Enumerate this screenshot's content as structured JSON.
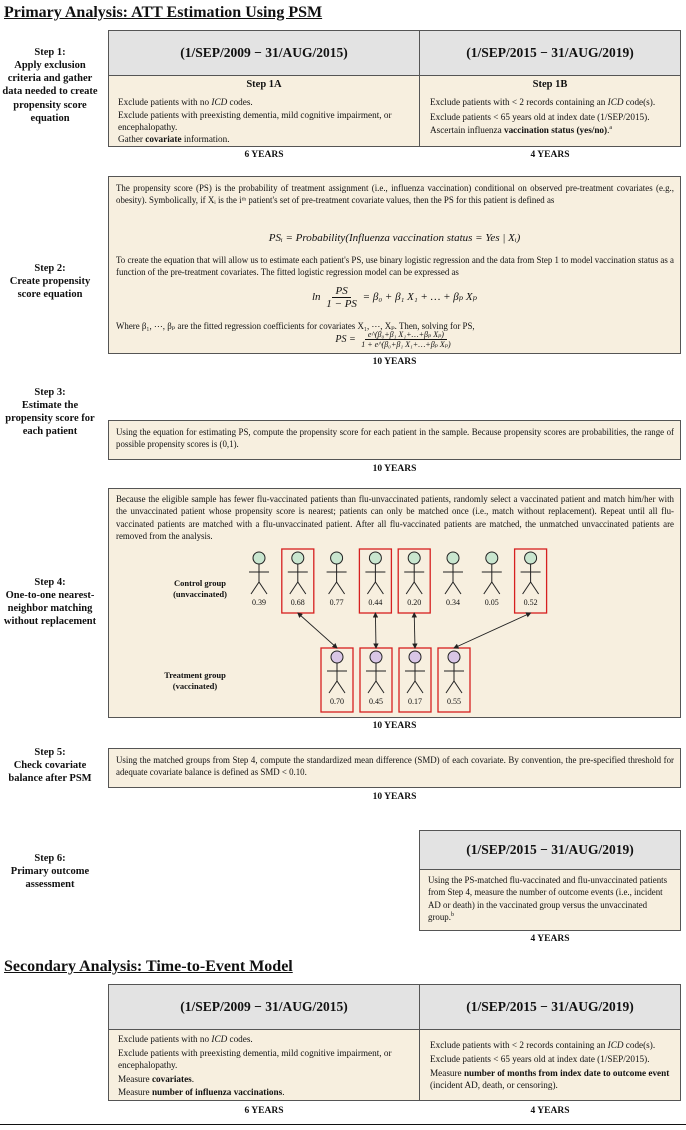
{
  "primary_title": "Primary Analysis: ATT Estimation Using PSM",
  "secondary_title": "Secondary Analysis: Time-to-Event Model",
  "steps": {
    "s1": "Step 1:\nApply exclusion criteria and gather data needed to create propensity score equation",
    "s2": "Step 2:\nCreate propensity score equation",
    "s3": "Step 3:\nEstimate the propensity score for each patient",
    "s4": "Step 4:\nOne-to-one nearest-neighbor matching without replacement",
    "s5": "Step 5:\nCheck covariate balance after PSM",
    "s6": "Step 6:\nPrimary outcome assessment"
  },
  "step1": {
    "hdr_a": "(1/SEP/2009 − 31/AUG/2015)",
    "hdr_b": "(1/SEP/2015 − 31/AUG/2019)",
    "sub_a": "Step 1A",
    "sub_b": "Step 1B",
    "a1": "Exclude patients with no ",
    "a1i": "ICD",
    "a1e": " codes.",
    "a2": "Exclude patients with preexisting dementia, mild cognitive impairment, or encephalopathy.",
    "a3": "Gather ",
    "a3b": "covariate",
    "a3e": " information.",
    "b1": "Exclude patients with < 2 records containing an ",
    "b1i": "ICD",
    "b1e": " code(s).",
    "b2": "Exclude patients < 65 years old at index date (1/SEP/2015).",
    "b3": "Ascertain influenza ",
    "b3b": "vaccination status (yes/no)",
    "b3e": ".",
    "b3s": "a",
    "years_a": "6 YEARS",
    "years_b": "4 YEARS"
  },
  "step2": {
    "p1": "The propensity score (PS) is the probability of treatment assignment (i.e., influenza vaccination) conditional on observed pre-treatment covariates (e.g., obesity). Symbolically, if Xᵢ is the iᵗʰ patient's set of pre-treatment covariate values, then the PS for this patient is defined as",
    "eq1": "PSᵢ = Probability(Influenza vaccination status = Yes | Xᵢ)",
    "p2": "To create the equation that will allow us to estimate each patient's PS, use binary logistic regression and the data from Step 1 to model vaccination status as a function of the pre-treatment covariates. The fitted logistic regression model can be expressed as",
    "eq2_ln": "ln",
    "eq2_num": "PS",
    "eq2_den": "1 − PS",
    "eq2_rhs": "= β₀ + β₁ X₁ + … + βₚ Xₚ",
    "p3": "Where β₁, ⋯, βₚ are the fitted regression coefficients for covariates X₁, ⋯, Xₚ. Then, solving for PS,",
    "eq3_lhs": "PS =",
    "eq3_num": "e^(β₀+β₁ X₁+…+βₚ Xₚ)",
    "eq3_den": "1 + e^(β₀+β₁ X₁+…+βₚ Xₚ)",
    "years": "10 YEARS"
  },
  "step3": {
    "p1": "Using the equation for estimating PS, compute the propensity score for each patient in the sample. Because propensity scores are probabilities, the range of possible propensity scores is (0,1).",
    "years": "10 YEARS"
  },
  "step4": {
    "p1": "Because the eligible sample has fewer flu-vaccinated patients than flu-unvaccinated patients, randomly select a vaccinated patient and match him/her with the unvaccinated patient whose propensity score is nearest; patients can only be matched once (i.e., match without replacement). Repeat until all flu-vaccinated patients are matched with a flu-unvaccinated patient. After all flu-vaccinated patients are matched, the unmatched unvaccinated patients are removed from the analysis.",
    "control_label": "Control group\n(unvaccinated)",
    "treatment_label": "Treatment group\n(vaccinated)",
    "control_scores": [
      "0.39",
      "0.68",
      "0.77",
      "0.44",
      "0.20",
      "0.34",
      "0.05",
      "0.52"
    ],
    "control_matched": [
      false,
      true,
      false,
      true,
      true,
      false,
      false,
      true
    ],
    "treatment_scores": [
      "0.70",
      "0.45",
      "0.17",
      "0.55"
    ],
    "control_color": "#c9e6cf",
    "treatment_color": "#d9c6e6",
    "match_color": "#d62020",
    "years": "10 YEARS"
  },
  "step5": {
    "p1": "Using the matched groups from Step 4, compute the standardized mean difference (SMD) of each covariate. By convention, the pre-specified threshold for adequate covariate balance is defined as SMD < 0.10.",
    "years": "10 YEARS"
  },
  "step6": {
    "hdr": "(1/SEP/2015 − 31/AUG/2019)",
    "p1": "Using the PS-matched flu-vaccinated and flu-unvaccinated patients from Step 4, measure the number of outcome events (i.e., incident AD or death) in the vaccinated group versus the unvaccinated group.",
    "p1s": "b",
    "years": "4 YEARS"
  },
  "secondary": {
    "hdr_a": "(1/SEP/2009 − 31/AUG/2015)",
    "hdr_b": "(1/SEP/2015 − 31/AUG/2019)",
    "a1": "Exclude patients with no ",
    "a1i": "ICD",
    "a1e": " codes.",
    "a2": "Exclude patients with preexisting dementia, mild cognitive impairment, or encephalopathy.",
    "a3": "Measure ",
    "a3b": "covariates",
    "a3e": ".",
    "a4": "Measure ",
    "a4b": "number of influenza vaccinations",
    "a4e": ".",
    "b1": "Exclude patients with < 2 records containing an ",
    "b1i": "ICD",
    "b1e": " code(s).",
    "b2": "Exclude patients < 65 years old at index date (1/SEP/2015).",
    "b3": "Measure ",
    "b3b": "number of months from index date to outcome event",
    "b3e": " (incident AD, death, or censoring).",
    "years_a": "6 YEARS",
    "years_b": "4 YEARS"
  }
}
